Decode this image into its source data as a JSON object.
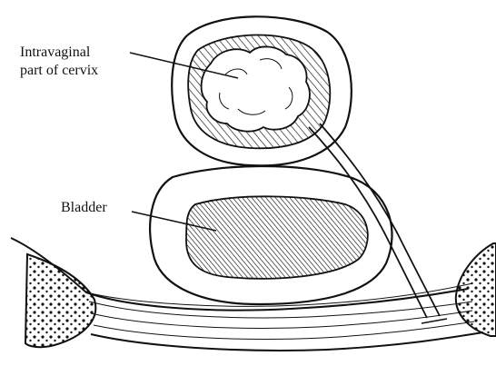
{
  "labels": {
    "cervix_line1": "Intravaginal",
    "cervix_line2": "part of cervix",
    "bladder": "Bladder"
  },
  "colors": {
    "ink": "#111111",
    "hatch": "#222222",
    "background": "#ffffff"
  }
}
